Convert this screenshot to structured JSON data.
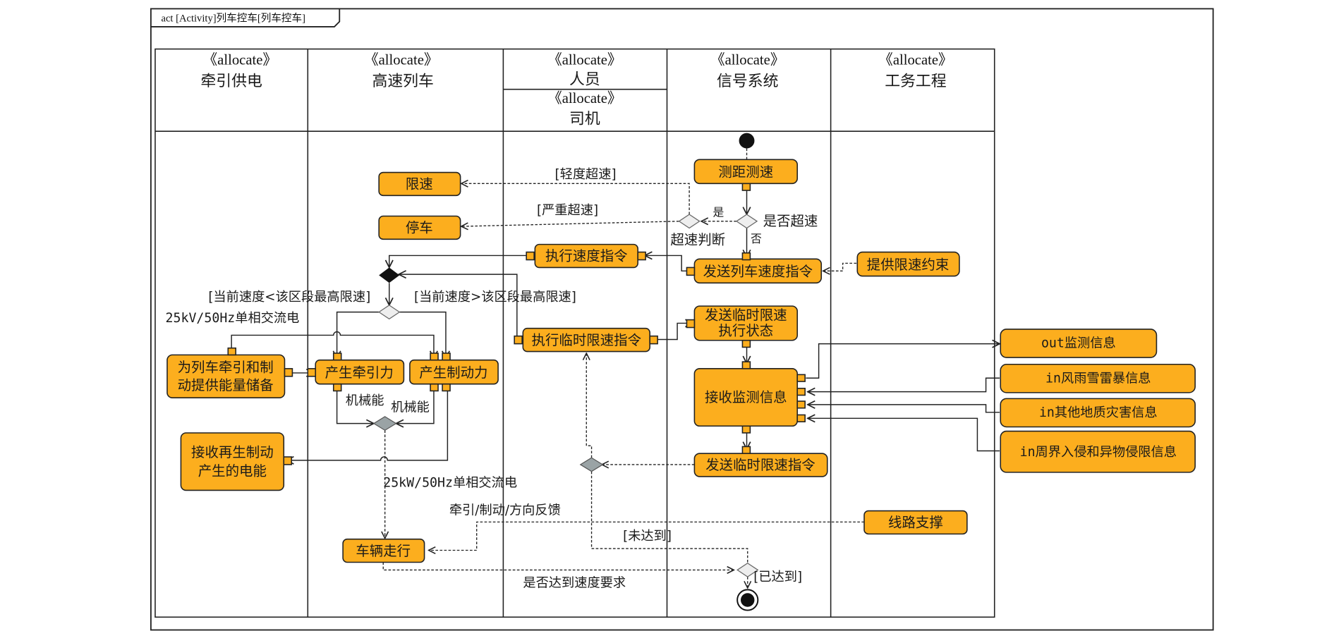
{
  "frame": {
    "title": "act [Activity]列车控车[列车控车]"
  },
  "lanes": [
    {
      "stereotype": "《allocate》",
      "name": "牵引供电"
    },
    {
      "stereotype": "《allocate》",
      "name": "高速列车"
    },
    {
      "stereotype": "《allocate》",
      "name": "人员",
      "sub_stereotype": "《allocate》",
      "sub_name": "司机"
    },
    {
      "stereotype": "《allocate》",
      "name": "信号系统"
    },
    {
      "stereotype": "《allocate》",
      "name": "工务工程"
    }
  ],
  "actions": {
    "measure_speed": "测距测速",
    "limit_speed": "限速",
    "stop_train": "停车",
    "exec_speed_cmd": "执行速度指令",
    "send_speed_cmd": "发送列车速度指令",
    "provide_limit": "提供限速约束",
    "exec_temp_limit": "执行临时限速指令",
    "send_temp_status_1": "发送临时限速",
    "send_temp_status_2": "执行状态",
    "energy_storage_1": "为列车牵引和制",
    "energy_storage_2": "动提供能量储备",
    "traction": "产生牵引力",
    "braking": "产生制动力",
    "regen_1": "接收再生制动",
    "regen_2": "产生的电能",
    "receive_monitor": "接收监测信息",
    "send_temp_cmd": "发送临时限速指令",
    "train_run": "车辆走行",
    "line_support": "线路支撑",
    "out_monitor": "out监测信息",
    "in_weather": "in风雨雪雷暴信息",
    "in_geo": "in其他地质灾害信息",
    "in_intrusion": "in周界入侵和异物侵限信息"
  },
  "labels": {
    "mild_overspeed": "[轻度超速]",
    "severe_overspeed": "[严重超速]",
    "yes": "是",
    "no": "否",
    "is_overspeed": "是否超速",
    "overspeed_judge": "超速判断",
    "speed_below": "[当前速度<该区段最高限速]",
    "speed_above": "[当前速度>该区段最高限速]",
    "power_25kv": "25kV/50Hz单相交流电",
    "mech_energy_1": "机械能",
    "mech_energy_2": "机械能",
    "power_25kw": "25kW/50Hz单相交流电",
    "feedback": "牵引/制动/方向反馈",
    "not_reached": "[未达到]",
    "reached": "[已达到]",
    "speed_req": "是否达到速度要求"
  },
  "colors": {
    "action_fill": "#fcae1e",
    "line": "#222222",
    "decision_fill": "#eeeeee",
    "merge_fill": "#9aa3a5"
  }
}
